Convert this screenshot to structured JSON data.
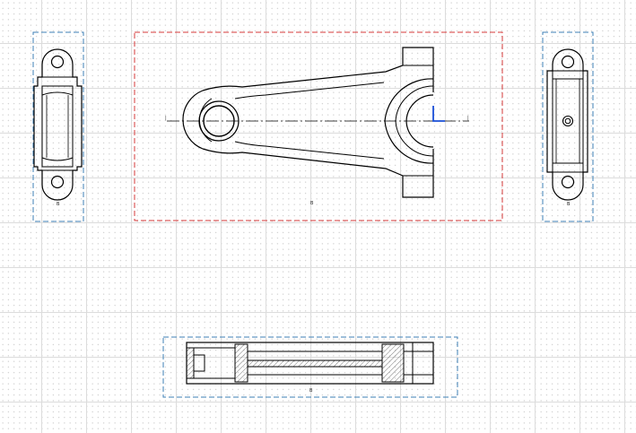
{
  "canvas": {
    "grid_color": "#dcdcdc",
    "frame_active_color": "#d63a3a",
    "frame_inactive_color": "#3d7fb5",
    "line_color": "#000000",
    "hatch_color": "#555555",
    "origin_marker_color": "#1a4fd8"
  },
  "views": {
    "left": {
      "label": "B"
    },
    "front": {
      "label": "B"
    },
    "right": {
      "label": "B"
    },
    "section": {
      "label": "B"
    }
  },
  "centerline": {
    "start_mark": "|",
    "end_mark": "|"
  }
}
